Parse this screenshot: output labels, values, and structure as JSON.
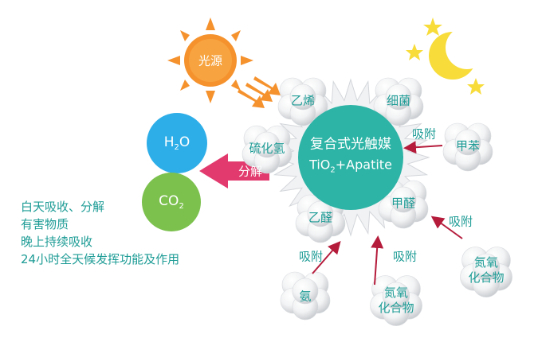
{
  "light_source": "光源",
  "water": {
    "main": "H",
    "sub": "2",
    "tail": "O"
  },
  "co2": {
    "main": "CO",
    "sub": "2"
  },
  "decompose": "分解",
  "catalyst": {
    "line1": "复合式光触媒",
    "line2_a": "TiO",
    "line2_sub": "2",
    "line2_b": "+Apatite"
  },
  "pollutants": {
    "ethylene": "乙烯",
    "bacteria": "细菌",
    "hydrogen_sulfide": "硫化氢",
    "toluene": "甲苯",
    "formaldehyde": "甲醛",
    "acetaldehyde": "乙醛",
    "ammonia": "氨",
    "nox_line1": "氮氧",
    "nox_line2": "化合物"
  },
  "adsorb_label": "吸附",
  "notes": [
    "白天吸收、分解",
    "有害物质",
    "晚上持续吸收",
    "24小时全天候发挥功能及作用"
  ],
  "colors": {
    "sun": "#f5922e",
    "moon": "#f7dc3a",
    "stars": "#f7dc3a",
    "water": "#2eaee8",
    "co2": "#7cc14e",
    "catalyst": "#2db4a6",
    "arrow_pink": "#e23a6e",
    "arrow_red": "#b51c3c",
    "text_teal": "#1e9c96"
  }
}
